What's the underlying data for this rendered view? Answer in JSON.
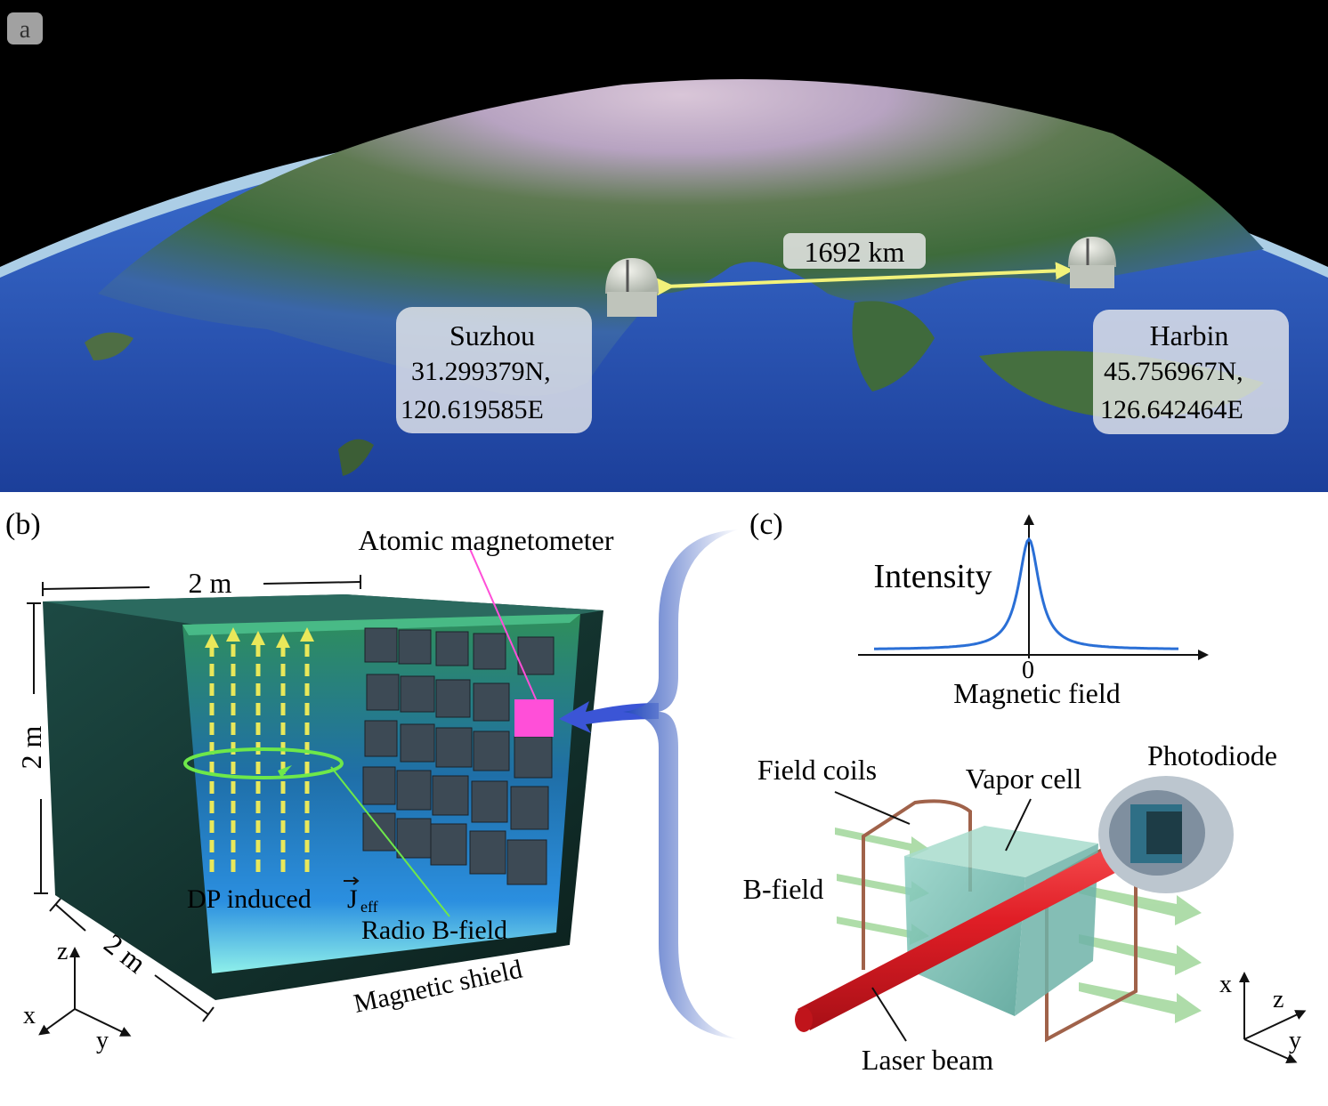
{
  "panel_a": {
    "tag": "a",
    "distance": "1692 km",
    "left_site": {
      "name": "Suzhou",
      "lat": "31.299379N,",
      "lon": "120.619585E"
    },
    "right_site": {
      "name": "Harbin",
      "lat": "45.756967N,",
      "lon": "126.642464E"
    }
  },
  "panel_b": {
    "tag": "(b)",
    "width_label": "2 m",
    "height_label": "2 m",
    "depth_label": "2 m",
    "magnetometer_label": "Atomic magnetometer",
    "current_label": "DP induced",
    "current_symbol": "J",
    "current_sub": "eff",
    "radio_label": "Radio B-field",
    "shield_label": "Magnetic shield",
    "axes": {
      "z": "z",
      "x": "x",
      "y": "y"
    }
  },
  "panel_c": {
    "tag": "(c)",
    "curve_y_label": "Intensity",
    "curve_zero": "0",
    "curve_x_label": "Magnetic field",
    "coils_label": "Field coils",
    "cell_label": "Vapor cell",
    "photodiode_label": "Photodiode",
    "bfield_label": "B-field",
    "laser_label": "Laser beam",
    "axes": {
      "x": "x",
      "z": "z",
      "y": "y"
    }
  },
  "colors": {
    "distance_line": "#f2f27a",
    "magnetometer": "#ff4fd8",
    "radio_loop": "#6ee84a",
    "dp_arrows": "#e9e85a",
    "laser": "#e8202a",
    "lorentzian": "#2a6fd6",
    "shield": "#0f2e2a"
  }
}
